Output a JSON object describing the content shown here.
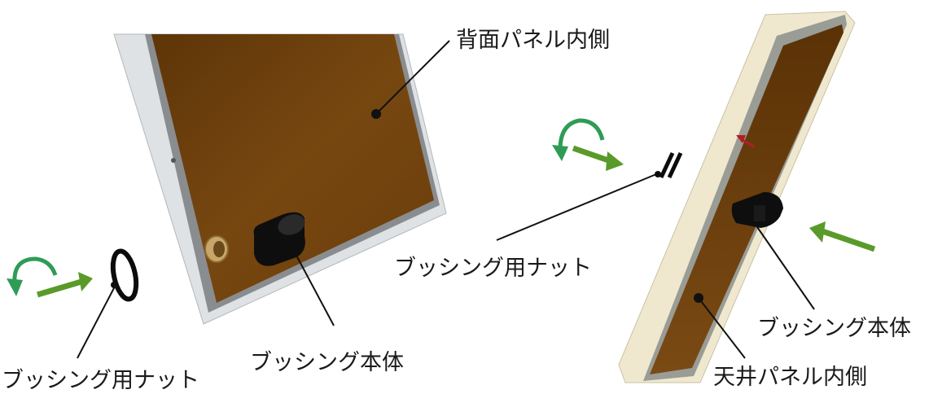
{
  "labels": {
    "back_panel_inner": "背面パネル内側",
    "ceiling_panel_inner": "天井パネル内側",
    "bushing_nut_left": "ブッシング用ナット",
    "bushing_body_left": "ブッシング本体",
    "bushing_nut_right": "ブッシング用ナット",
    "bushing_body_right": "ブッシング本体"
  },
  "colors": {
    "panel_brown": "#6b3f0c",
    "panel_frame": "#c8cbcd",
    "ceiling_frame": "#efe8cf",
    "arrow_green": "#5a9a2a",
    "rotate_arrow": "#2f9c56",
    "hint_arrow_red": "#b02020",
    "part_black": "#111111"
  },
  "icons": {
    "push_arrow": "straight-arrow-icon",
    "rotate_arrow": "curved-rotate-arrow-icon"
  }
}
